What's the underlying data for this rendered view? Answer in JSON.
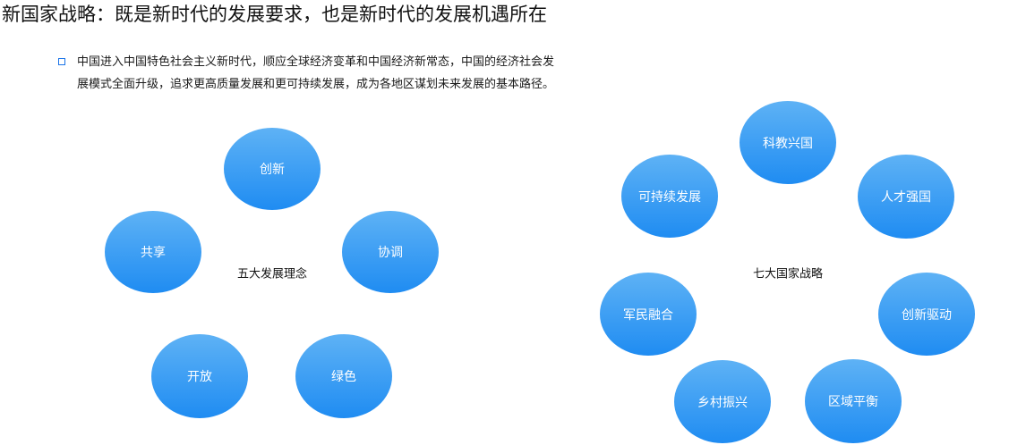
{
  "header": {
    "title": "新国家战略：既是新时代的发展要求，也是新时代的发展机遇所在"
  },
  "intro": {
    "line1": "中国进入中国特色社会主义新时代，顺应全球经济变革和中国经济新常态，中国的经济社会发",
    "line2": "展模式全面升级，追求更高质量发展和更可持续发展，成为各地区谋划未来发展的基本路径。"
  },
  "left_cluster": {
    "center_label": "五大发展理念",
    "items": [
      "创新",
      "协调",
      "绿色",
      "开放",
      "共享"
    ]
  },
  "right_cluster": {
    "center_label": "七大国家战略",
    "items": [
      "科教兴国",
      "人才强国",
      "创新驱动",
      "区域平衡",
      "乡村振兴",
      "军民融合",
      "可持续发展"
    ]
  },
  "colors": {
    "bubble_top": "#5eb2f5",
    "bubble_bottom": "#1f8cf2",
    "bullet_border": "#1a73e8"
  }
}
